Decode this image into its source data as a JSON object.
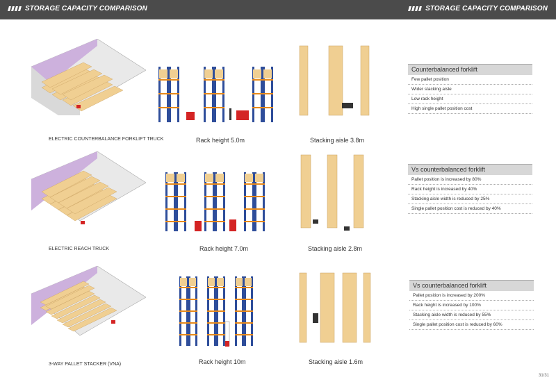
{
  "header": {
    "left_title": "STORAGE CAPACITY COMPARISON",
    "right_title": "STORAGE CAPACITY COMPARISON"
  },
  "sections": [
    {
      "truck_caption": "ELECTRIC COUNTERBALANCE FORKLIFT TRUCK",
      "rack_label": "Rack height 5.0m",
      "aisle_label": "Stacking aisle 3.8m",
      "panel": {
        "title": "Counterbalanced forklift",
        "items": [
          "Few pallet position",
          "Wider stacking aisle",
          "Low rack height",
          "High single pallet position cost"
        ]
      }
    },
    {
      "truck_caption": "ELECTRIC REACH TRUCK",
      "rack_label": "Rack height 7.0m",
      "aisle_label": "Stacking aisle 2.8m",
      "panel": {
        "title": "Vs counterbalanced forklift",
        "items": [
          "Pallet position is increased by 80%",
          "Rack height is increased by 40%",
          "Stacking aisle width is reduced by 25%",
          "Single pallet position cost is reduced by 40%"
        ]
      }
    },
    {
      "truck_caption": "3-WAY PALLET STACKER (VNA)",
      "rack_label": "Rack height 10m",
      "aisle_label": "Stacking aisle 1.6m",
      "panel": {
        "title": "Vs counterbalanced forklift",
        "items": [
          "Pallet position is increased by 200%",
          "Rack height is increased by 100%",
          "Stacking aisle width is reduced by 55%",
          "Single pallet position cost is reduced by 60%"
        ]
      }
    }
  ],
  "page_number": "31/31",
  "colors": {
    "header_bg": "#4b4b4b",
    "rack_blue": "#2e4d9a",
    "beam_orange": "#e88a1a",
    "pallet": "#f0cf92",
    "forklift_red": "#d42424",
    "wall_purple": "#cdb1dd"
  }
}
